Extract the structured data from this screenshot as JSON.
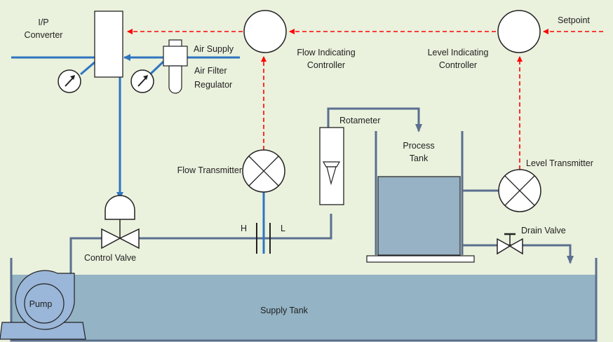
{
  "labels": {
    "ip_converter": [
      "I/P",
      "Converter"
    ],
    "air_supply": "Air Supply",
    "air_filter_regulator": [
      "Air Filter",
      "Regulator"
    ],
    "flow_indicating_controller": [
      "Flow Indicating",
      "Controller"
    ],
    "level_indicating_controller": [
      "Level Indicating",
      "Controller"
    ],
    "setpoint": "Setpoint",
    "rotameter": "Rotameter",
    "process_tank": [
      "Process",
      "Tank"
    ],
    "flow_transmitter": "Flow Transmitter",
    "level_transmitter": "Level Transmitter",
    "orifice_high": "H",
    "orifice_low": "L",
    "control_valve": "Control Valve",
    "drain_valve": "Drain Valve",
    "pump": "Pump",
    "supply_tank": "Supply Tank"
  },
  "colors": {
    "background": "#eaf1dd",
    "supply_water": "#94b3c4",
    "tank_water": "#96b2c4",
    "pipe": "#5b6f8f",
    "air_line": "#2f75c0",
    "signal": "#ff0000",
    "pump_fill": "#9ab6d8",
    "outline": "#222222"
  },
  "icons": {
    "controllers": "circle-instrument",
    "transmitters": "circle-x-instrument",
    "gauges": "pressure-gauge-icon",
    "valves": "bowtie-valve-icon",
    "pump": "centrifugal-pump-icon"
  }
}
